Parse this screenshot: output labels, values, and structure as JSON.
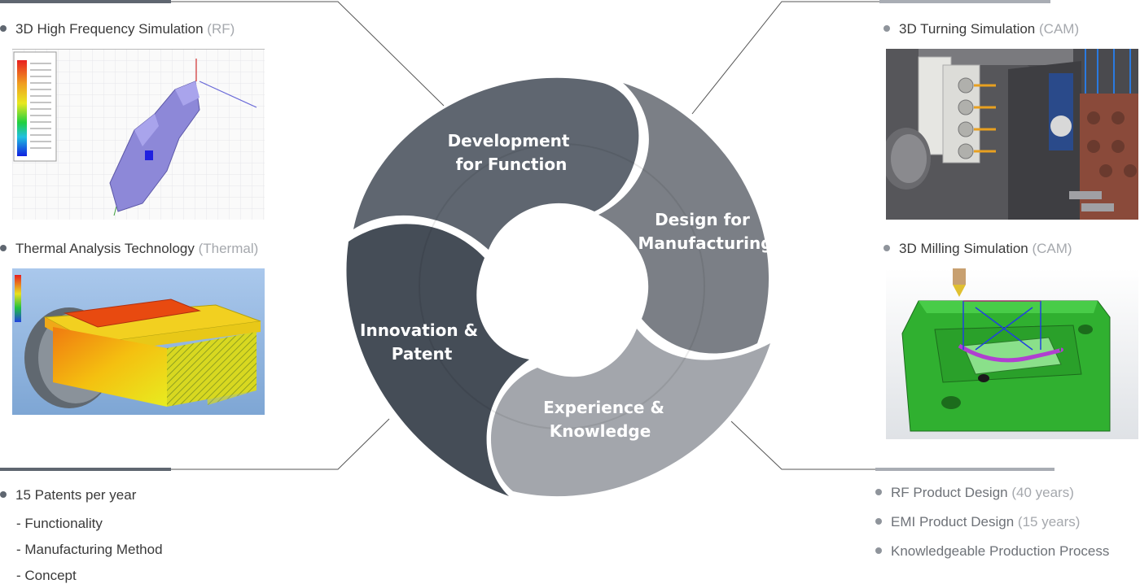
{
  "cycle": {
    "development": [
      "Development",
      "for Function"
    ],
    "design": [
      "Design for",
      "Manufacturing"
    ],
    "experience": [
      "Experience &",
      "Knowledge"
    ],
    "innovation": [
      "Innovation &",
      "Patent"
    ]
  },
  "left_top": [
    {
      "label": "3D High Frequency Simulation",
      "paren": "(RF)"
    },
    {
      "label": "Thermal Analysis Technology",
      "paren": "(Thermal)"
    }
  ],
  "right_top": [
    {
      "label": "3D Turning Simulation",
      "paren": "(CAM)"
    },
    {
      "label": "3D Milling Simulation",
      "paren": "(CAM)"
    }
  ],
  "patents": {
    "title": "15 Patents per year",
    "items": [
      "- Functionality",
      "- Manufacturing Method",
      "- Concept"
    ]
  },
  "experience_list": [
    {
      "label": "RF Product Design",
      "paren": "(40 years)"
    },
    {
      "label": "EMI Product Design",
      "paren": "(15 years)"
    },
    {
      "label": "Knowledgeable Production Process",
      "paren": ""
    }
  ],
  "colors": {
    "development": "#5f6670",
    "design": "#7b7f86",
    "experience": "#a3a6ac",
    "innovation": "#454d57"
  }
}
